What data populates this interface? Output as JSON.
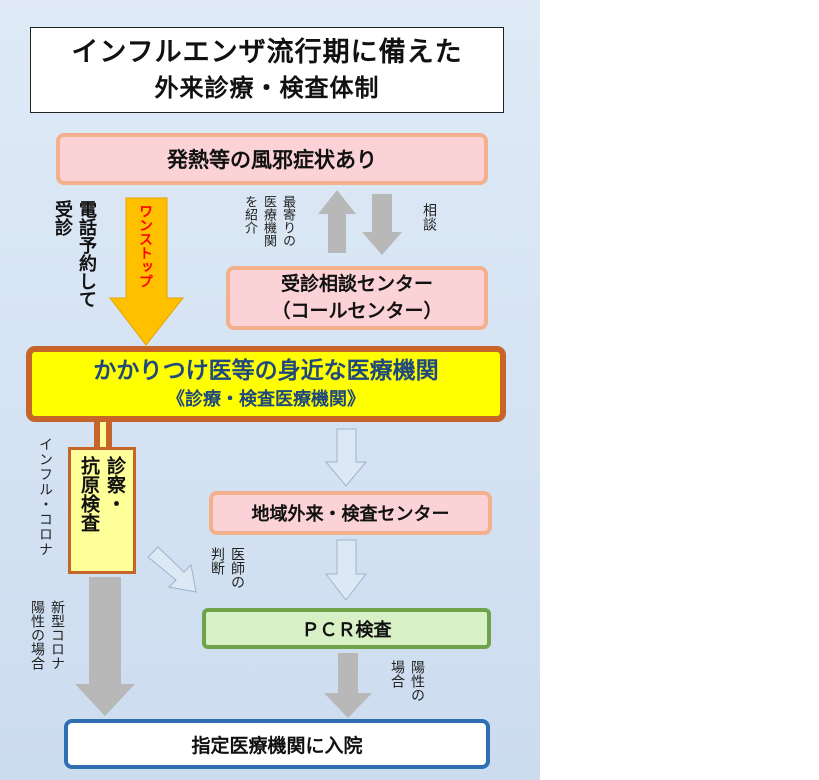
{
  "title": {
    "line1": "インフルエンザ流行期に備えた",
    "line2": "外来診療・検査体制"
  },
  "nodes": {
    "fever": "発熱等の風邪症状あり",
    "consult_center": {
      "line1": "受診相談センター",
      "line2": "（コールセンター）"
    },
    "clinic": {
      "line1": "かかりつけ医等の身近な医療機関",
      "line2": "《診療・検査医療機関》"
    },
    "test_box": {
      "col1": "診察・",
      "col2": "抗原検査"
    },
    "regional_center": "地域外来・検査センター",
    "pcr": "ＰＣＲ検査",
    "hospital": "指定医療機関に入院"
  },
  "labels": {
    "phone": {
      "col1": "電話予約して",
      "col2": "受診"
    },
    "one_stop": "ワンストップ",
    "refer": {
      "col1": "最寄りの",
      "col2": "医療機関",
      "col3": "を紹介"
    },
    "consult": "相談",
    "flu_corona": "インフル・コロナ",
    "positive": {
      "col1": "新型コロナ",
      "col2": "陽性の場合"
    },
    "doctor": {
      "col1": "医師の",
      "col2": "判断"
    },
    "pcr_positive": {
      "col1": "陽性の",
      "col2": "場合"
    }
  },
  "colors": {
    "panel_bg": "#d6e3f3",
    "pink_fill": "#fbd2d6",
    "pink_border": "#f2b08c",
    "clinic_fill": "#ffff00",
    "clinic_border": "#c5652a",
    "clinic_text": "#1f497d",
    "green_fill": "#d8f0c6",
    "green_border": "#6fa34a",
    "blue_border": "#2f6fb3",
    "orange_arrow": "#ffc000",
    "one_stop_text": "#ff0000",
    "gray_arrow": "#b8b8b8",
    "light_arrow": "#dde8f5"
  }
}
